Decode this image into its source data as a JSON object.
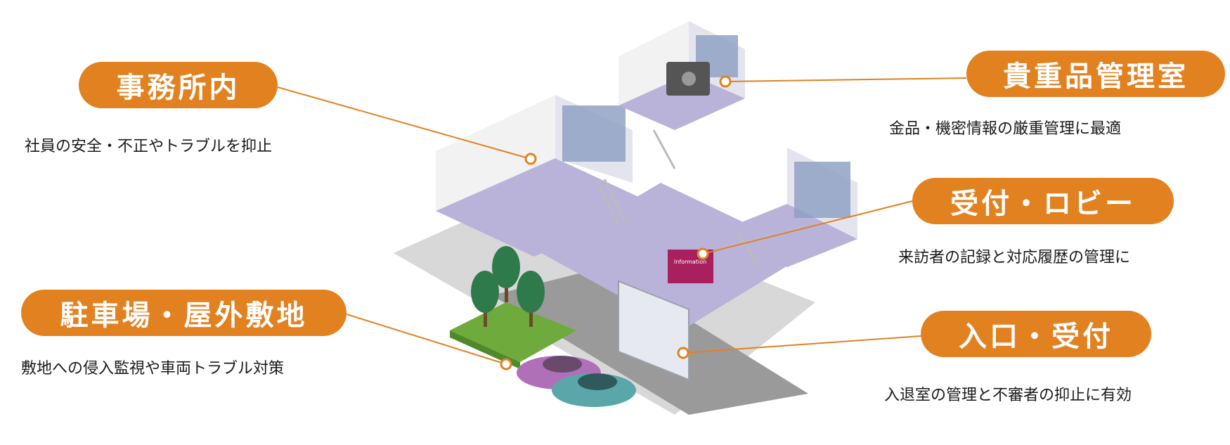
{
  "labels": [
    {
      "id": "office",
      "title": "事務所内",
      "description": "社員の安全・不正やトラブルを抑止"
    },
    {
      "id": "valuables",
      "title": "貴重品管理室",
      "description": "金品・機密情報の厳重管理に最適"
    },
    {
      "id": "lobby",
      "title": "受付・ロビー",
      "description": "来訪者の記録と対応履歴の管理に"
    },
    {
      "id": "parking",
      "title": "駐車場・屋外敷地",
      "description": "敷地への侵入監視や車両トラブル対策"
    },
    {
      "id": "entrance",
      "title": "入口・受付",
      "description": "入退室の管理と不審者の抑止に有効"
    }
  ],
  "illustration": {
    "sign_text": "Information",
    "colors": {
      "accent": "#e2811f",
      "floor": "#b9b3d9",
      "wall": "#f2f2f2",
      "window": "#8a9ec0",
      "lawn": "#6faa3c",
      "tree": "#2f7a4a",
      "car_purple": "#b070b8",
      "car_teal": "#5aa6a8",
      "reception": "#a8205e"
    }
  }
}
